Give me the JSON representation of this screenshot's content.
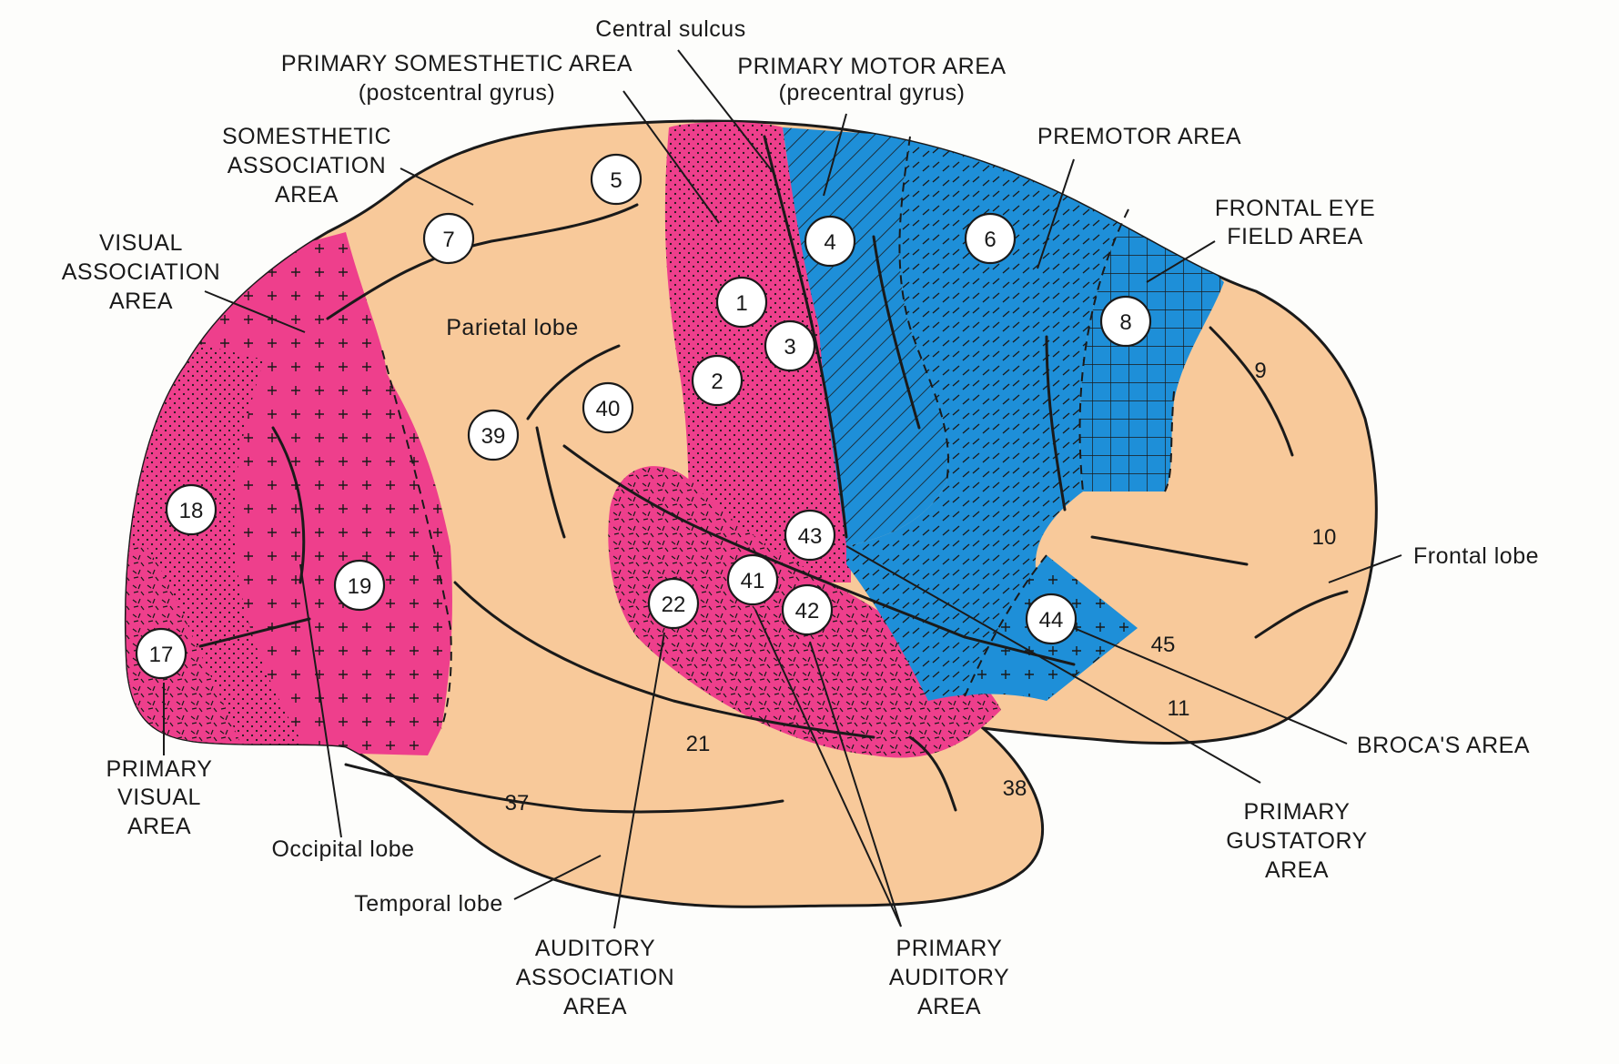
{
  "labels": {
    "central_sulcus": "Central sulcus",
    "primary_somesthetic": "PRIMARY SOMESTHETIC AREA",
    "postcentral": "(postcentral gyrus)",
    "primary_motor": "PRIMARY MOTOR AREA",
    "precentral": "(precentral gyrus)",
    "somesthetic_assoc_1": "SOMESTHETIC",
    "somesthetic_assoc_2": "ASSOCIATION",
    "somesthetic_assoc_3": "AREA",
    "premotor": "PREMOTOR AREA",
    "frontal_eye_1": "FRONTAL EYE",
    "frontal_eye_2": "FIELD AREA",
    "visual_assoc_1": "VISUAL",
    "visual_assoc_2": "ASSOCIATION",
    "visual_assoc_3": "AREA",
    "parietal_lobe": "Parietal lobe",
    "frontal_lobe": "Frontal lobe",
    "brocas_area": "BROCA'S AREA",
    "primary_gustatory_1": "PRIMARY",
    "primary_gustatory_2": "GUSTATORY",
    "primary_gustatory_3": "AREA",
    "primary_visual_1": "PRIMARY",
    "primary_visual_2": "VISUAL",
    "primary_visual_3": "AREA",
    "occipital_lobe": "Occipital lobe",
    "temporal_lobe": "Temporal lobe",
    "auditory_assoc_1": "AUDITORY",
    "auditory_assoc_2": "ASSOCIATION",
    "auditory_assoc_3": "AREA",
    "primary_auditory_1": "PRIMARY",
    "primary_auditory_2": "AUDITORY",
    "primary_auditory_3": "AREA"
  },
  "circled_areas": [
    "5",
    "7",
    "4",
    "6",
    "8",
    "1",
    "3",
    "2",
    "40",
    "39",
    "18",
    "19",
    "17",
    "43",
    "41",
    "42",
    "22",
    "44"
  ],
  "plain_areas": [
    "9",
    "10",
    "45",
    "11",
    "21",
    "37",
    "38"
  ],
  "colors": {
    "tan": "#f8c99a",
    "pink": "#ee3f8c",
    "blue": "#1e8fd8",
    "ink": "#1a1a1a"
  }
}
